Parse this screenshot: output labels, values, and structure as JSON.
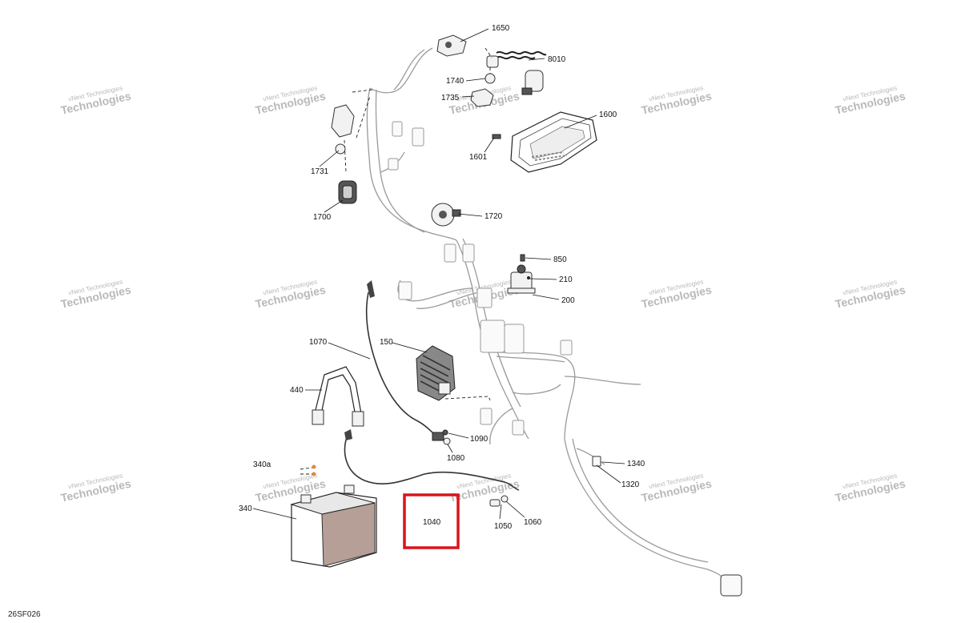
{
  "diagram_code": "26SF026",
  "watermark": {
    "line1": "vNext Technologies",
    "line2": "Technologies",
    "color": "#b9b9b9"
  },
  "highlight": {
    "label": "1040",
    "color": "#d9141b"
  },
  "callouts": [
    "1650",
    "8010",
    "1740",
    "1735",
    "1600",
    "1601",
    "1731",
    "1700",
    "1720",
    "850",
    "210",
    "200",
    "1070",
    "150",
    "440",
    "1090",
    "1080",
    "340a",
    "340",
    "1040",
    "1050",
    "1060",
    "1340",
    "1320"
  ],
  "icons": [
    "gauge-cluster",
    "battery",
    "voltage-regulator",
    "solenoid",
    "ignition-switch",
    "battery-strap",
    "negative-cable",
    "positive-cable"
  ]
}
